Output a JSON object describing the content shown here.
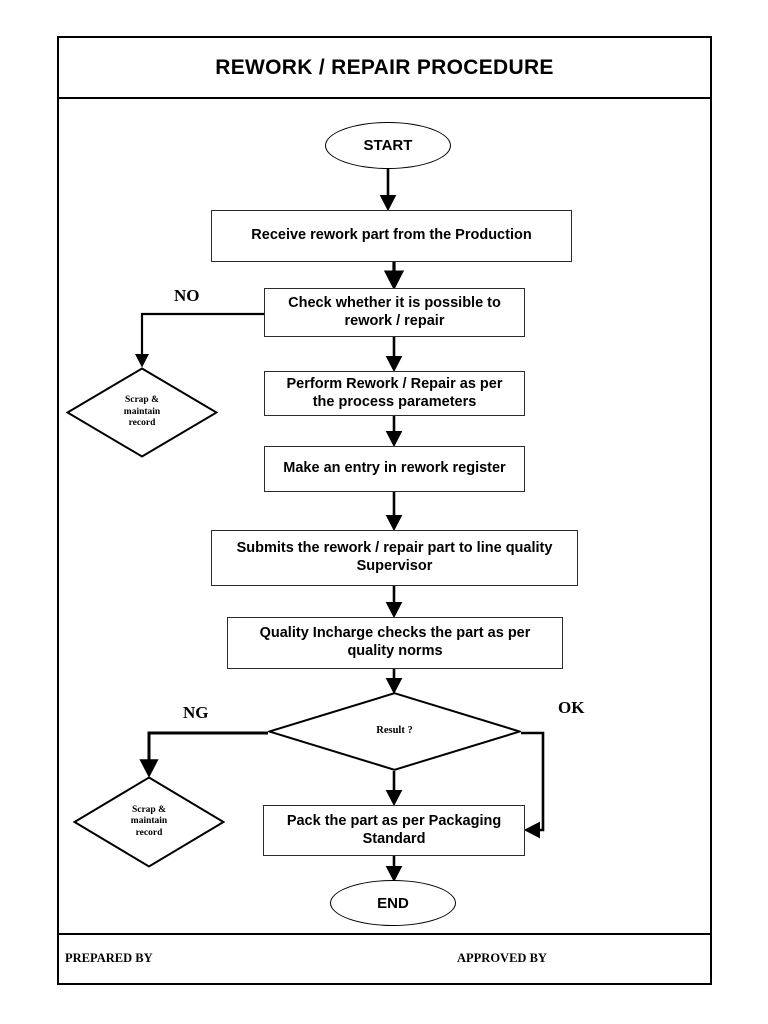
{
  "document": {
    "title": "REWORK / REPAIR PROCEDURE",
    "footer": {
      "prepared_by": "PREPARED BY",
      "approved_by": "APPROVED BY"
    }
  },
  "flowchart": {
    "type": "flowchart",
    "orientation": "top-to-bottom",
    "nodes": [
      {
        "id": "start",
        "shape": "terminator",
        "label": "START"
      },
      {
        "id": "receive",
        "shape": "process",
        "label": "Receive rework part from the Production"
      },
      {
        "id": "check",
        "shape": "process",
        "label": "Check whether it is possible to rework / repair"
      },
      {
        "id": "scrap1",
        "shape": "decision",
        "label": "Scrap &\nmaintain\nrecord"
      },
      {
        "id": "perform",
        "shape": "process",
        "label": "Perform Rework / Repair as per the process parameters"
      },
      {
        "id": "entry",
        "shape": "process",
        "label": "Make an entry in rework register"
      },
      {
        "id": "submits",
        "shape": "process",
        "label": "Submits the rework / repair part to line quality Supervisor"
      },
      {
        "id": "quality",
        "shape": "process",
        "label": "Quality Incharge checks the part as per quality norms"
      },
      {
        "id": "result",
        "shape": "decision",
        "label": "Result ?"
      },
      {
        "id": "scrap2",
        "shape": "decision",
        "label": "Scrap &\nmaintain\nrecord"
      },
      {
        "id": "pack",
        "shape": "process",
        "label": "Pack the part as per Packaging Standard"
      },
      {
        "id": "end",
        "shape": "terminator",
        "label": "END"
      }
    ],
    "edges": [
      {
        "from": "start",
        "to": "receive",
        "label": ""
      },
      {
        "from": "receive",
        "to": "check",
        "label": ""
      },
      {
        "from": "check",
        "to": "scrap1",
        "label": "NO"
      },
      {
        "from": "check",
        "to": "perform",
        "label": ""
      },
      {
        "from": "perform",
        "to": "entry",
        "label": ""
      },
      {
        "from": "entry",
        "to": "submits",
        "label": ""
      },
      {
        "from": "submits",
        "to": "quality",
        "label": ""
      },
      {
        "from": "quality",
        "to": "result",
        "label": ""
      },
      {
        "from": "result",
        "to": "scrap2",
        "label": "NG"
      },
      {
        "from": "result",
        "to": "pack",
        "label": "OK"
      },
      {
        "from": "result",
        "to": "pack",
        "label": ""
      },
      {
        "from": "pack",
        "to": "end",
        "label": ""
      }
    ],
    "labels": {
      "no": "NO",
      "ng": "NG",
      "ok": "OK"
    },
    "node_text": {
      "start": "START",
      "receive": "Receive rework part from the Production",
      "check_line1": "Check whether it is possible to",
      "check_line2": "rework / repair",
      "scrap_line1": "Scrap &",
      "scrap_line2": "maintain",
      "scrap_line3": "record",
      "perform_line1": "Perform Rework / Repair as per",
      "perform_line2": "the process parameters",
      "entry": "Make an entry in rework register",
      "submits_line1": "Submits the rework / repair part to line quality",
      "submits_line2": "Supervisor",
      "quality_line1": "Quality Incharge checks the part as per",
      "quality_line2": "quality norms",
      "result": "Result ?",
      "pack_line1": "Pack the part as per Packaging",
      "pack_line2": "Standard",
      "end": "END"
    }
  },
  "colors": {
    "line": "#000000",
    "box_border": "#2b2b2b",
    "background": "#ffffff",
    "text": "#000000"
  }
}
